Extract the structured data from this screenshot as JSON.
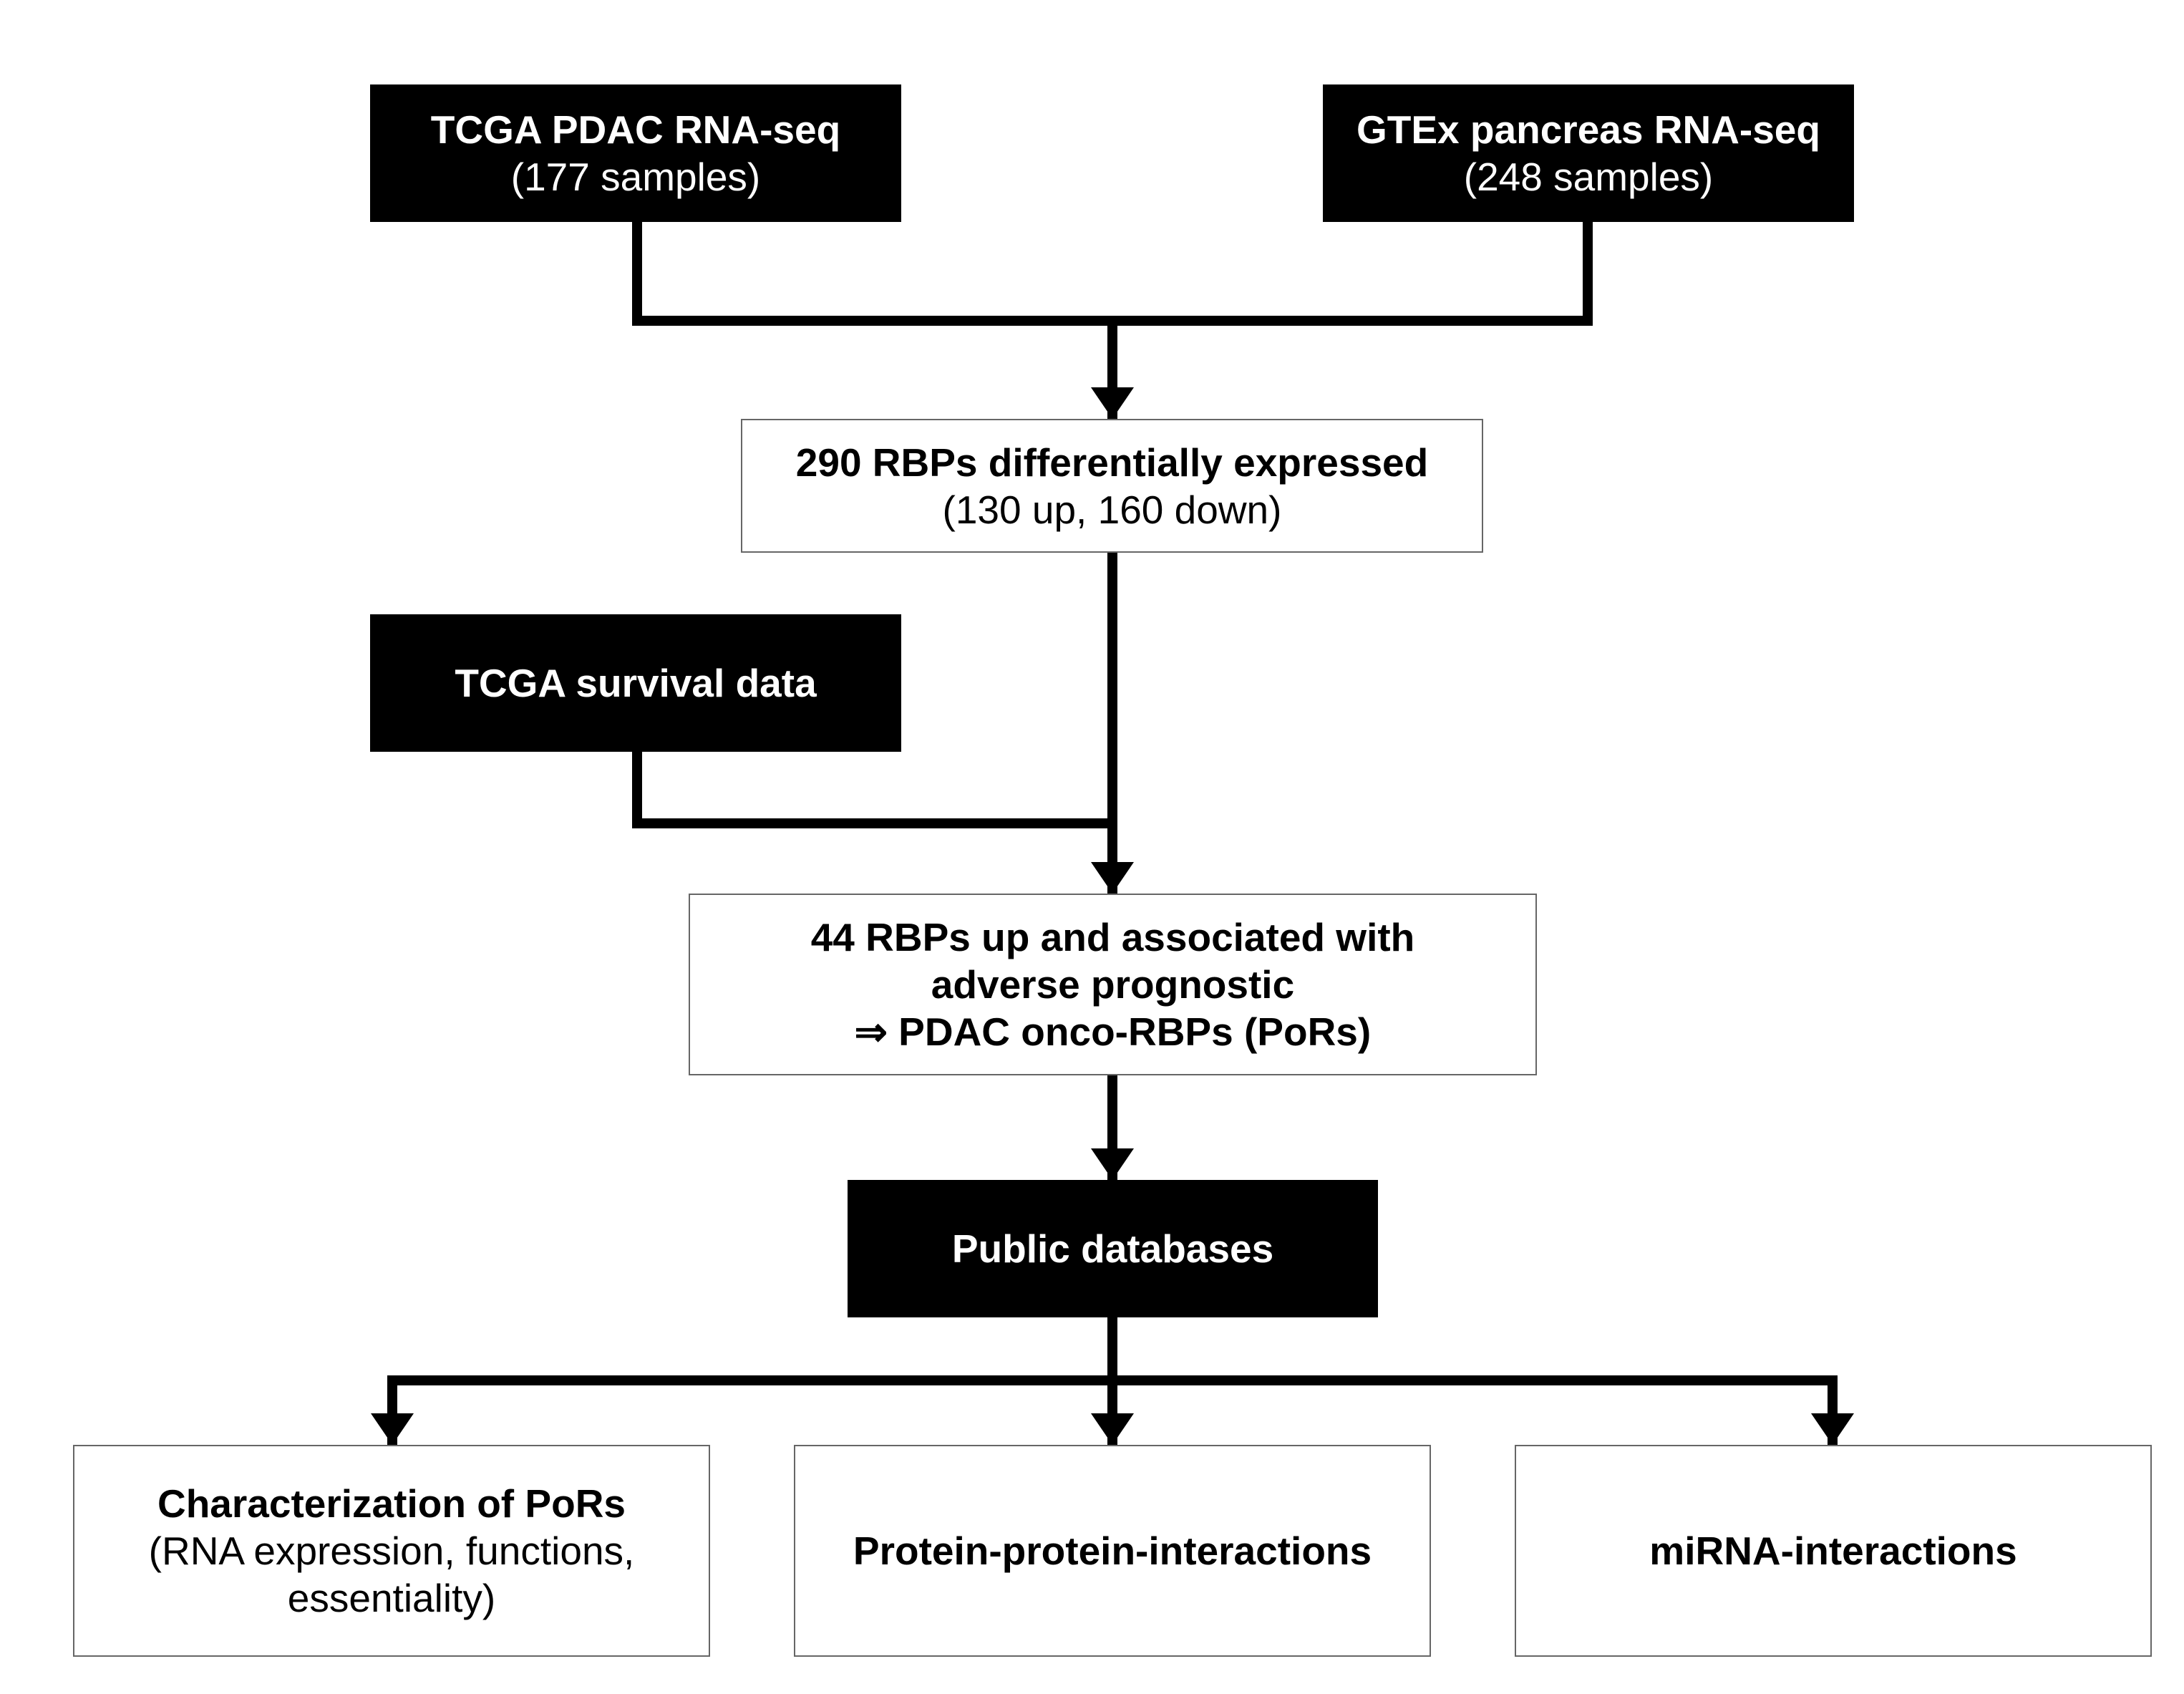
{
  "colors": {
    "dark_fill": "#000000",
    "dark_text": "#ffffff",
    "light_border": "#666666",
    "line": "#000000"
  },
  "nodes": {
    "tcga_rnaseq": {
      "title": "TCGA PDAC RNA-seq",
      "subtitle": "(177 samples)"
    },
    "gtex_rnaseq": {
      "title": "GTEx pancreas RNA-seq",
      "subtitle": "(248 samples)"
    },
    "rbps_diff": {
      "title": "290 RBPs differentially expressed",
      "subtitle": "(130 up, 160 down)"
    },
    "tcga_survival": {
      "title": "TCGA survival data"
    },
    "rbps_up": {
      "line1": "44 RBPs up and associated with",
      "line2": "adverse prognostic",
      "line3": "⇒ PDAC onco-RBPs (PoRs)"
    },
    "public_db": {
      "title": "Public databases"
    },
    "characterization": {
      "title": "Characterization of PoRs",
      "line2": "(RNA expression, functions,",
      "line3": "essentiality)"
    },
    "ppi": {
      "title": "Protein-protein-interactions"
    },
    "mirna": {
      "title": "miRNA-interactions"
    }
  }
}
